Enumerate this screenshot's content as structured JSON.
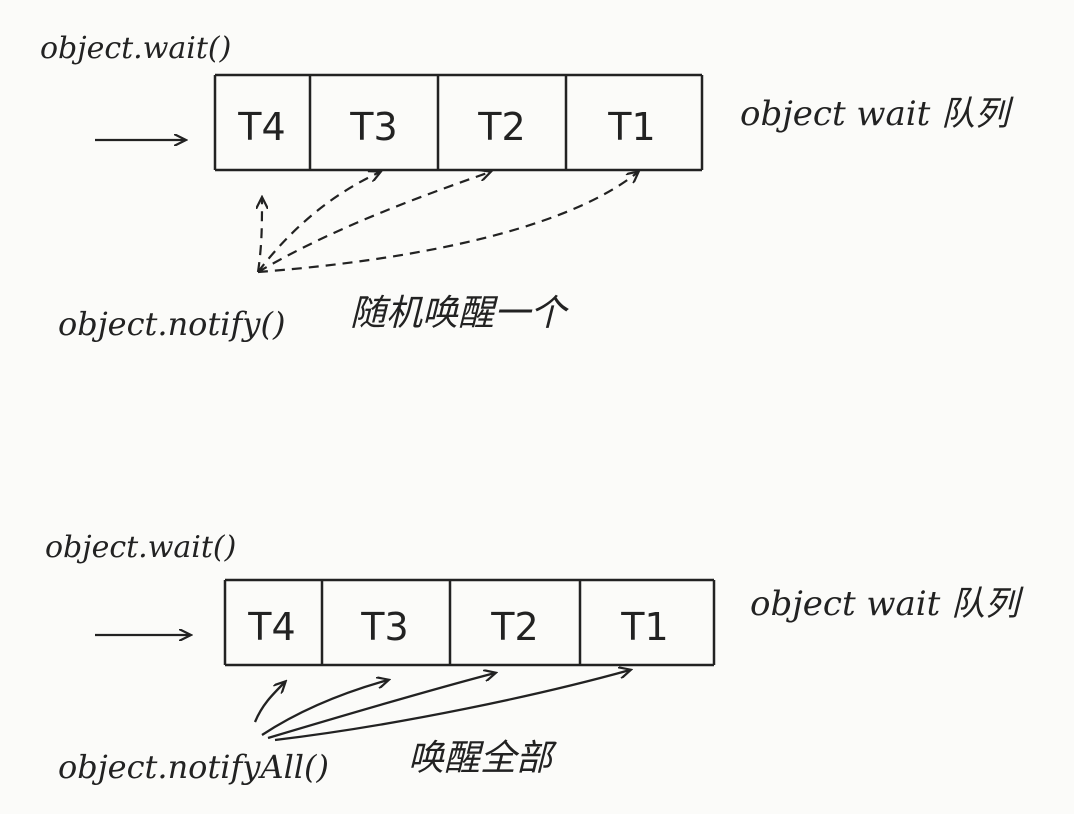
{
  "section_top": {
    "wait_call": "object.wait()",
    "queue_cells": [
      "T4",
      "T3",
      "T2",
      "T1"
    ],
    "queue_label": "object wait 队列",
    "notify_call": "object.notify()",
    "notify_note": "随机唤醒一个",
    "arrow_style": "dashed"
  },
  "section_bottom": {
    "wait_call": "object.wait()",
    "queue_cells": [
      "T4",
      "T3",
      "T2",
      "T1"
    ],
    "queue_label": "object wait 队列",
    "notify_call": "object.notifyAll()",
    "notify_note": "唤醒全部",
    "arrow_style": "solid"
  },
  "colors": {
    "ink": "#222222",
    "paper": "#fbfbf9"
  }
}
